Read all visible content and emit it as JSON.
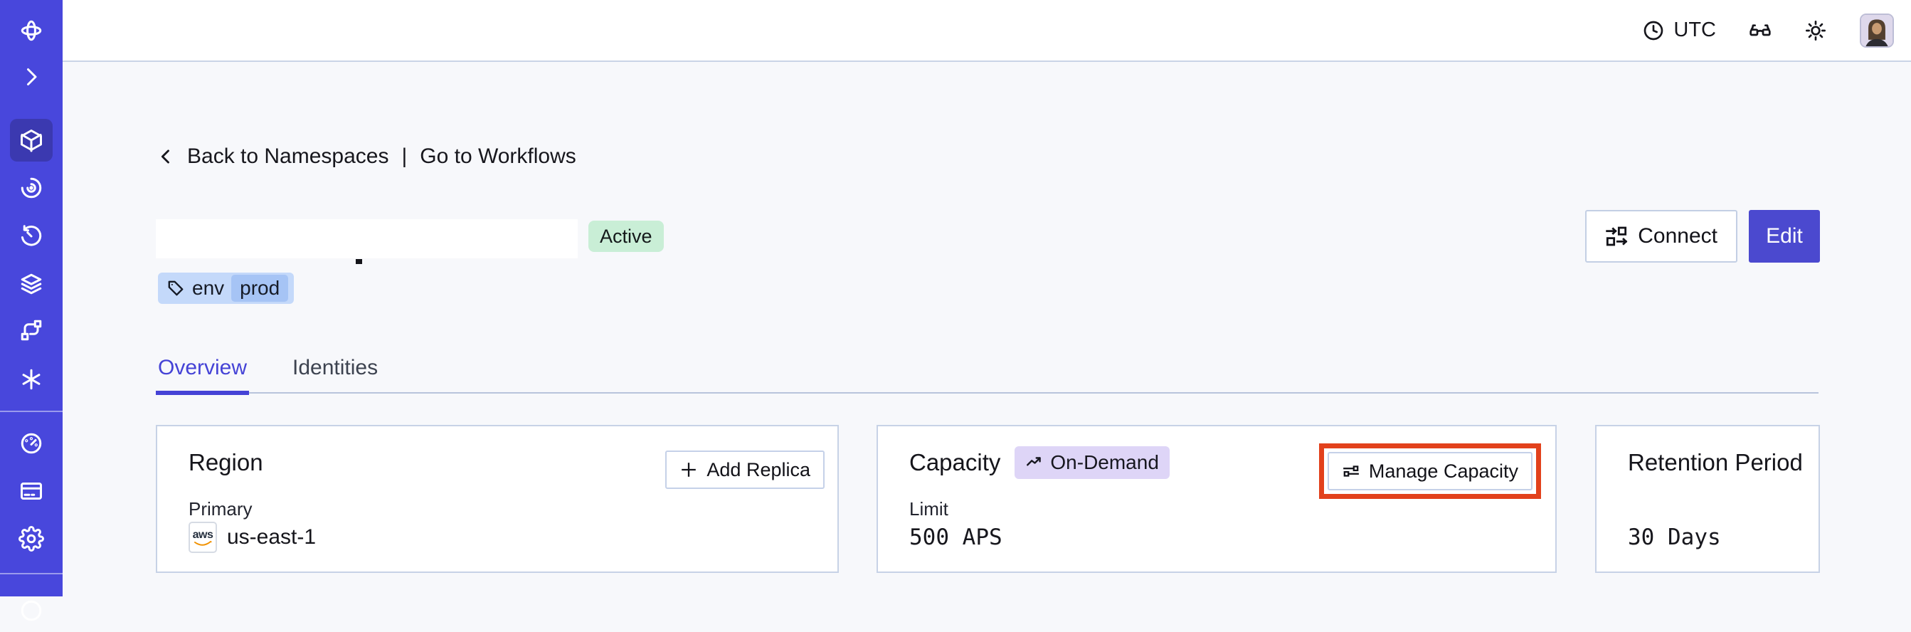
{
  "topbar": {
    "timezone_label": "UTC"
  },
  "breadcrumb": {
    "back_label": "Back to Namespaces",
    "separator": "|",
    "workflows_label": "Go to Workflows"
  },
  "namespace": {
    "status_badge": "Active",
    "tag": {
      "key": "env",
      "value": "prod"
    }
  },
  "actions": {
    "connect_label": "Connect",
    "edit_label": "Edit"
  },
  "tabs": {
    "overview": "Overview",
    "identities": "Identities"
  },
  "cards": {
    "region": {
      "title": "Region",
      "add_replica_label": "Add Replica",
      "label": "Primary",
      "provider": "aws",
      "value": "us-east-1"
    },
    "capacity": {
      "title": "Capacity",
      "badge": "On-Demand",
      "manage_label": "Manage Capacity",
      "label": "Limit",
      "value": "500 APS"
    },
    "retention": {
      "title": "Retention Period",
      "value": "30 Days"
    }
  },
  "icons": {
    "sidebar": [
      "temporal-logo-icon",
      "expand-chevron-icon",
      "namespaces-cube-icon",
      "insights-eye-icon",
      "history-clock-icon",
      "stacks-layers-icon",
      "nexus-branch-icon",
      "ai-asterisk-icon",
      "usage-gauge-icon",
      "billing-card-icon",
      "settings-gear-icon",
      "account-circle-icon"
    ],
    "topbar": [
      "clock-icon",
      "labs-glasses-icon",
      "theme-sun-icon",
      "user-avatar"
    ],
    "inline": [
      "back-chevron-icon",
      "tag-icon",
      "connect-icon",
      "plus-icon",
      "trending-up-icon",
      "sliders-icon",
      "aws-logo"
    ]
  },
  "colors": {
    "sidebar_bg": "#4847dc",
    "sidebar_active_bg": "#3b39b0",
    "primary_button": "#4b49cf",
    "tab_accent": "#4543d6",
    "page_background": "#f7f8fb",
    "card_border": "#c7d2e6",
    "status_active_bg": "#c9eed6",
    "tag_bg": "#c4d9fa",
    "tag_value_bg": "#a6c4f5",
    "ondemand_bg": "#ded5f7",
    "annotation_red": "#e2411c",
    "aws_orange": "#f19100"
  }
}
